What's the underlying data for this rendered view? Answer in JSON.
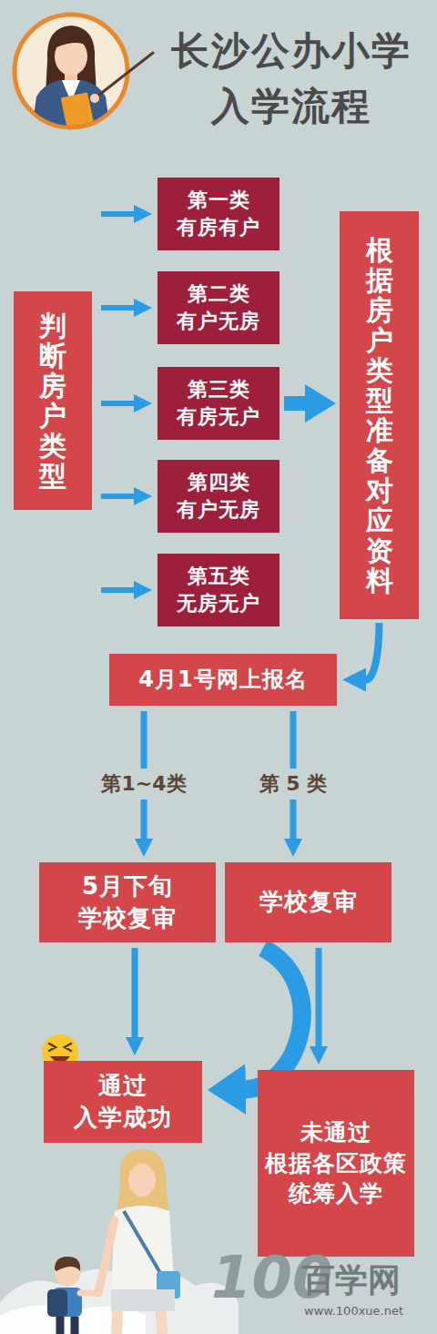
{
  "diagram": {
    "title": "长沙公办小学 入学流程",
    "nodes": [
      {
        "text": [
          "判断房户类型"
        ]
      },
      {
        "text": [
          "第一类 有房有户"
        ]
      },
      {
        "text": [
          "第二类 有户无房"
        ]
      },
      {
        "text": [
          "第三类 有房无户"
        ]
      },
      {
        "text": [
          "第四类 有户无房"
        ]
      },
      {
        "text": [
          "第五类 无房无户"
        ]
      },
      {
        "text": [
          "根据房户类型准备对应资料"
        ]
      },
      {
        "text": [
          "4月1号网上报名"
        ]
      },
      {
        "text": [
          "5月下旬 学校复审"
        ]
      },
      {
        "text": [
          "学校复审"
        ]
      },
      {
        "text": [
          "通过 入学成功"
        ]
      },
      {
        "text": [
          "未通过 根据各区政策 统筹入学"
        ]
      }
    ],
    "edges": [
      {
        "from": 0,
        "to": 1,
        "arrow": "to"
      },
      {
        "from": 0,
        "to": 2,
        "arrow": "to"
      },
      {
        "from": 0,
        "to": 3,
        "arrow": "to"
      },
      {
        "from": 0,
        "to": 4,
        "arrow": "to"
      },
      {
        "from": 0,
        "to": 5,
        "arrow": "to"
      },
      {
        "from": 3,
        "to": 6,
        "arrow": "to"
      },
      {
        "from": 6,
        "to": 7,
        "arrow": "to"
      },
      {
        "from": 7,
        "to": 8,
        "label": "第1~4类",
        "arrow": "to"
      },
      {
        "from": 7,
        "to": 9,
        "label": "第 5 类",
        "arrow": "to"
      },
      {
        "from": 8,
        "to": 10,
        "arrow": "to"
      },
      {
        "from": 9,
        "to": 10,
        "arrow": "to"
      },
      {
        "from": 9,
        "to": 11,
        "arrow": "to"
      }
    ],
    "labels": [
      "100",
      "百学网",
      "www.100xue.net"
    ]
  }
}
